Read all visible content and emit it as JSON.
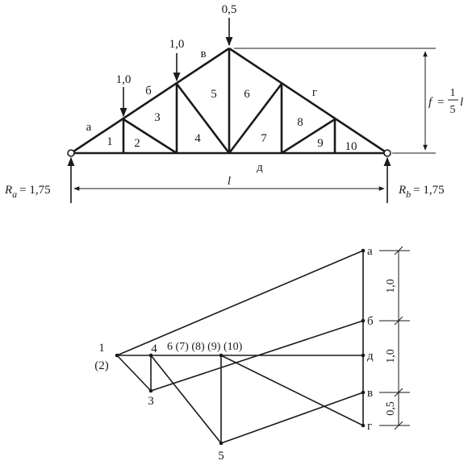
{
  "truss": {
    "loads": [
      "1,0",
      "1,0",
      "0,5"
    ],
    "zones_outer": [
      "а",
      "б",
      "в",
      "г",
      "д"
    ],
    "panels": [
      "1",
      "2",
      "3",
      "4",
      "5",
      "6",
      "7",
      "8",
      "9",
      "10"
    ],
    "span_label": "l",
    "reaction_a": {
      "symbol": "R",
      "sub": "a",
      "value": "= 1,75"
    },
    "reaction_b": {
      "symbol": "R",
      "sub": "b",
      "value": "= 1,75"
    },
    "height": {
      "f": "f",
      "eq": "=",
      "num": "1",
      "den": "5",
      "l": "l"
    }
  },
  "force_diagram": {
    "right_points": [
      "а",
      "б",
      "д",
      "в",
      "г"
    ],
    "left_top": "1",
    "left_bottom": "(2)",
    "pt3": "3",
    "pt4": "4",
    "pt5": "5",
    "middle_label": "6 (7) (8) (9) (10)",
    "dims": [
      "1,0",
      "1,0",
      "0,5"
    ]
  }
}
